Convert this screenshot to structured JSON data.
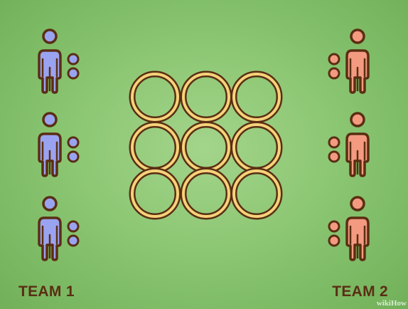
{
  "scene": {
    "background_color": "#8cc773",
    "outline_color": "#5a2e13",
    "team1": {
      "label": "TEAM 1",
      "label_color": "#5a2e13",
      "player_color": "#9aa3f0",
      "player_count": 3,
      "token_icon": "ball-icon"
    },
    "team2": {
      "label": "TEAM 2",
      "label_color": "#5a2e13",
      "player_color": "#f39a80",
      "player_count": 3,
      "token_icon": "ball-icon"
    },
    "hoops": {
      "icon": "hoop-ring-icon",
      "grid": [
        3,
        3
      ],
      "ring_fill": "#f6d27a",
      "ring_outline": "#5a2e13"
    },
    "watermark": "wikiHow"
  }
}
